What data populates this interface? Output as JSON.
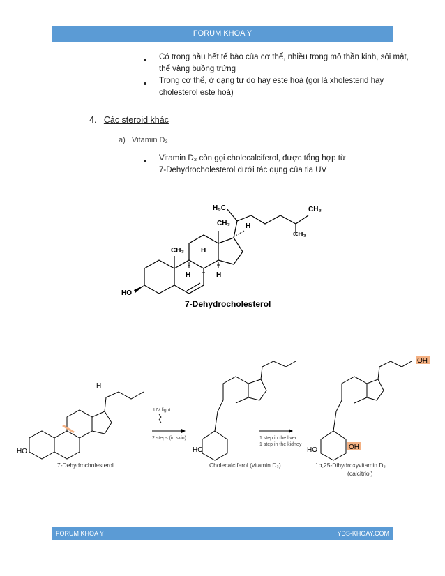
{
  "header": {
    "title": "FORUM KHOA Y"
  },
  "bullets_top": [
    {
      "line1": "Có trong hầu hết tế bào của cơ thể, nhiều trong mô thần kinh, sỏi mật,",
      "line2": "thể vàng buồng trứng"
    },
    {
      "line1": "Trong cơ thể, ở dạng tự do hay este hoá (gọi là xholesterid hay",
      "line2": "cholesterol este hoá)"
    }
  ],
  "section": {
    "number": "4.",
    "title": "Các steroid khác"
  },
  "subsection": {
    "letter": "a)",
    "title": "Vitamin D₃"
  },
  "bullet_vitd": {
    "line1": "Vitamin D₃ còn gọi cholecalciferol, được tổng hợp từ",
    "line2": "7-Dehydrocholesterol dưới tác dụng của tia UV"
  },
  "figure1": {
    "name": "7-Dehydrocholesterol",
    "labels": {
      "h3c": "H₃C",
      "ch3_chain": "CH₃",
      "ch3_end": "CH₃",
      "ch3_c18": "CH₃",
      "h_17": "H",
      "ch3_c19": "CH₃",
      "h_9": "H",
      "h_14": "H",
      "h_8": "H",
      "ho": "HO"
    }
  },
  "figure2": {
    "compound1": "7-Dehydrocholesterol",
    "compound2": "Cholecalciferol (vitamin D₃)",
    "compound3_line1": "1α,25-Dihydroxyvitamin D₃",
    "compound3_line2": "(calcitriol)",
    "arrow1_label": "UV light",
    "arrow1_sub": "2 steps (in skin)",
    "arrow2_line1": "1 step in the liver",
    "arrow2_line2": "1 step in the kidney",
    "atom_ho": "HO",
    "atom_h": "H",
    "atom_oh": "OH",
    "highlight_color": "#f4b183"
  },
  "footer": {
    "left": "FORUM KHOA Y",
    "right": "YDS-KHOAY.COM"
  }
}
